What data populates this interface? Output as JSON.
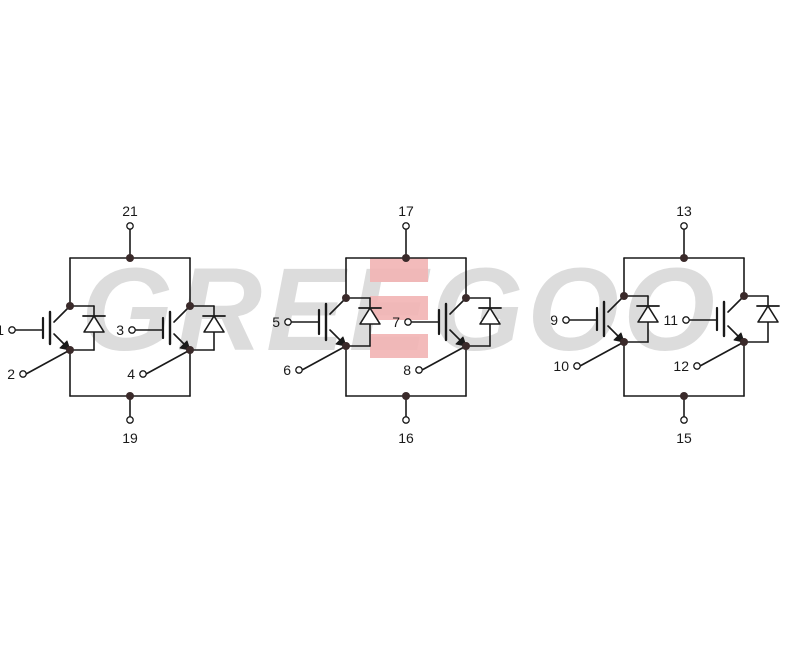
{
  "watermark": {
    "text": "GREEGOO",
    "text_color": "#d6d6d6",
    "accent_color": "#f2b4b4"
  },
  "colors": {
    "line": "#1a1a1a",
    "node": "#3a2a2a",
    "background": "#ffffff"
  },
  "modules": [
    {
      "id": "module-1",
      "top_terminal": "21",
      "bottom_terminal": "19",
      "legs": [
        {
          "gate": "1",
          "emitter": "2"
        },
        {
          "gate": "3",
          "emitter": "4"
        }
      ]
    },
    {
      "id": "module-2",
      "top_terminal": "17",
      "bottom_terminal": "16",
      "legs": [
        {
          "gate": "5",
          "emitter": "6"
        },
        {
          "gate": "7",
          "emitter": "8"
        }
      ]
    },
    {
      "id": "module-3",
      "top_terminal": "13",
      "bottom_terminal": "15",
      "legs": [
        {
          "gate": "9",
          "emitter": "10"
        },
        {
          "gate": "11",
          "emitter": "12"
        }
      ]
    }
  ]
}
